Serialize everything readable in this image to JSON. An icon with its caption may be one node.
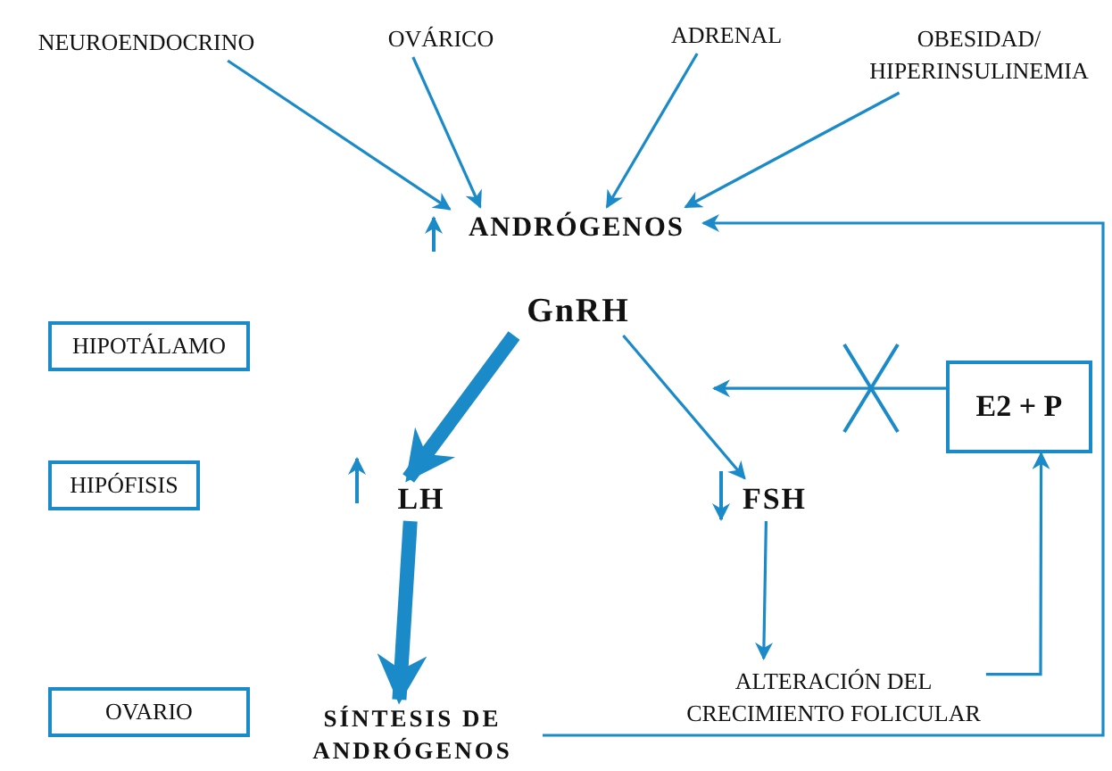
{
  "diagram": {
    "nodes": [
      {
        "text": [
          "NEUROENDOCRINO"
        ]
      },
      {
        "text": [
          "OVÁRICO"
        ]
      },
      {
        "text": [
          "ADRENAL"
        ]
      },
      {
        "text": [
          "OBESIDAD/ HIPERINSULINEMIA"
        ]
      },
      {
        "text": [
          "ANDRÓGENOS"
        ]
      },
      {
        "text": [
          "HIPOTÁLAMO"
        ]
      },
      {
        "text": [
          "GnRH"
        ]
      },
      {
        "text": [
          "E2 + P"
        ]
      },
      {
        "text": [
          "HIPÓFISIS"
        ]
      },
      {
        "text": [
          "LH"
        ]
      },
      {
        "text": [
          "FSH"
        ]
      },
      {
        "text": [
          "ALTERACIÓN DEL CRECIMIENTO FOLICULAR"
        ]
      },
      {
        "text": [
          "OVARIO"
        ]
      },
      {
        "text": [
          "SÍNTESIS DE ANDRÓGENOS"
        ]
      }
    ],
    "edges": [
      {
        "from": 0,
        "to": 4,
        "arrow": "to"
      },
      {
        "from": 1,
        "to": 4,
        "arrow": "to"
      },
      {
        "from": 2,
        "to": 4,
        "arrow": "to"
      },
      {
        "from": 3,
        "to": 4,
        "arrow": "to"
      },
      {
        "from": 6,
        "to": 9,
        "arrow": "to",
        "style": "thick"
      },
      {
        "from": 6,
        "to": 10,
        "arrow": "to"
      },
      {
        "from": 7,
        "to": null,
        "arrow": "to"
      },
      {
        "from": 9,
        "to": 13,
        "arrow": "to",
        "style": "thick"
      },
      {
        "from": 10,
        "to": 11,
        "arrow": "to"
      },
      {
        "from": 11,
        "to": 7,
        "arrow": "to"
      },
      {
        "from": 13,
        "to": 4,
        "arrow": "to"
      }
    ]
  }
}
